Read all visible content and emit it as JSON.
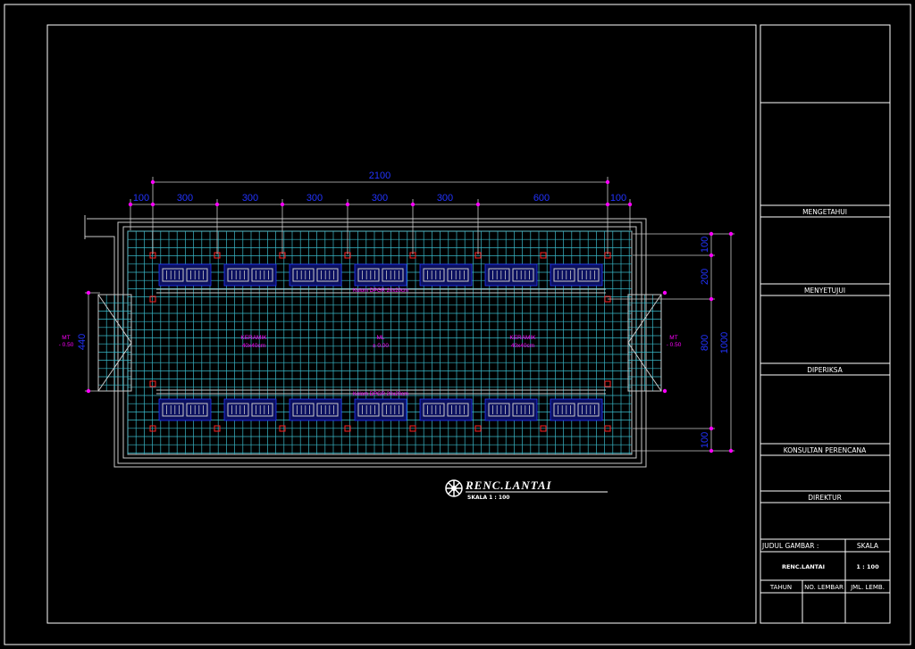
{
  "drawing": {
    "title": "RENC.LANTAI",
    "scale_label": "SKALA  1 : 100"
  },
  "dimensions": {
    "overall_width": "2100",
    "segments": [
      "100",
      "300",
      "300",
      "300",
      "300",
      "300",
      "600",
      "100"
    ],
    "right_small_top": "100",
    "right_200": "200",
    "right_800": "800",
    "right_1000": "1000",
    "right_small_bottom": "100",
    "left_440": "440"
  },
  "annotations": {
    "left_level": {
      "label": "MT",
      "value": "- 0.50"
    },
    "right_level": {
      "label": "MT",
      "value": "- 0.50"
    },
    "center_level": {
      "label": "ML",
      "value": "± 0.00"
    },
    "ceramic_left": {
      "label": "KERAMIK",
      "size": "40x40cm"
    },
    "ceramic_right": {
      "label": "KERAMIK",
      "size": "40x40cm"
    },
    "column_top": "Kolom DPGR 20x20cm",
    "column_bottom": "Kolom DPGR 20x20cm"
  },
  "title_block": {
    "mengetahui": "MENGETAHUI",
    "menyetujui": "MENYETUJUI",
    "diperiksa": "DIPERIKSA",
    "konsultan": "KONSULTAN PERENCANA",
    "direktur": "DIREKTUR",
    "judul_label": "JUDUL GAMBAR :",
    "skala_label": "SKALA",
    "judul_value": "RENC.LANTAI",
    "skala_value": "1 : 100",
    "tahun_label": "TAHUN",
    "no_lembar_label": "NO. LEMBAR",
    "jml_lembar_label": "JML. LEMB."
  },
  "colors": {
    "background": "#000000",
    "frame": "#ffffff",
    "grid": "#39b8c8",
    "dimension": "#2233ff",
    "annotation": "#ff00ff",
    "column_marker": "#ff2020",
    "outline": "#c8c8c8"
  }
}
